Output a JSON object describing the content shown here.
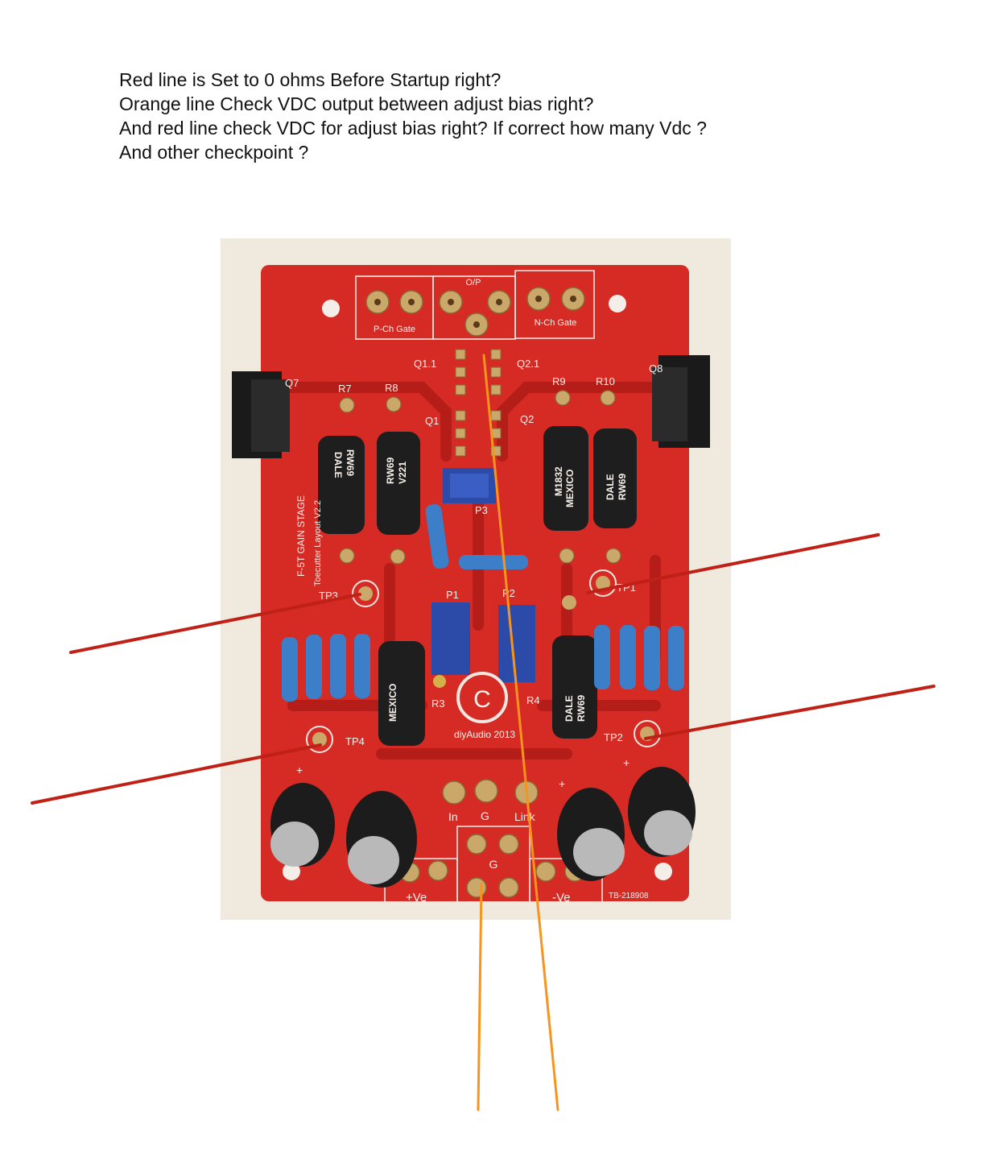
{
  "questions": [
    "Red line is Set to 0 ohms Before Startup right?",
    "Orange line Check VDC output between adjust bias right?",
    "And red line check VDC for adjust bias right? If correct how many Vdc ?",
    "And other checkpoint  ?"
  ],
  "board": {
    "connectors": {
      "p_gate": "P-Ch Gate",
      "op": "O/P",
      "n_gate": "N-Ch Gate",
      "pos": "+Ve",
      "gnd_mid": "G",
      "neg": "-Ve"
    },
    "input": {
      "in": "In",
      "g": "G",
      "link": "Link"
    },
    "refs": {
      "q7": "Q7",
      "q8": "Q8",
      "q11": "Q1.1",
      "q21": "Q2.1",
      "q1": "Q1",
      "q2": "Q2",
      "r7": "R7",
      "r8": "R8",
      "r9": "R9",
      "r10": "R10",
      "r3": "R3",
      "r4": "R4",
      "p1": "P1",
      "p2": "P2",
      "p3": "P3",
      "tp1": "TP1",
      "tp2": "TP2",
      "tp3": "TP3",
      "tp4": "TP4",
      "plus": "+"
    },
    "silkscreen": {
      "stage": "F-5T GAIN STAGE",
      "credit": "Toecutter Layout V2.2",
      "brand": "diyAudio 2013",
      "serial": "TB-218908"
    },
    "resistor_marks": {
      "dale": "DALE",
      "rw69": "RW69",
      "v221": "V221",
      "mexico": "MEXICO",
      "m1832": "M1832"
    }
  },
  "colors": {
    "red_line": "#bf2116",
    "orange_line": "#f7941d",
    "pcb": "#d62a25",
    "pad": "#c9a86a"
  }
}
